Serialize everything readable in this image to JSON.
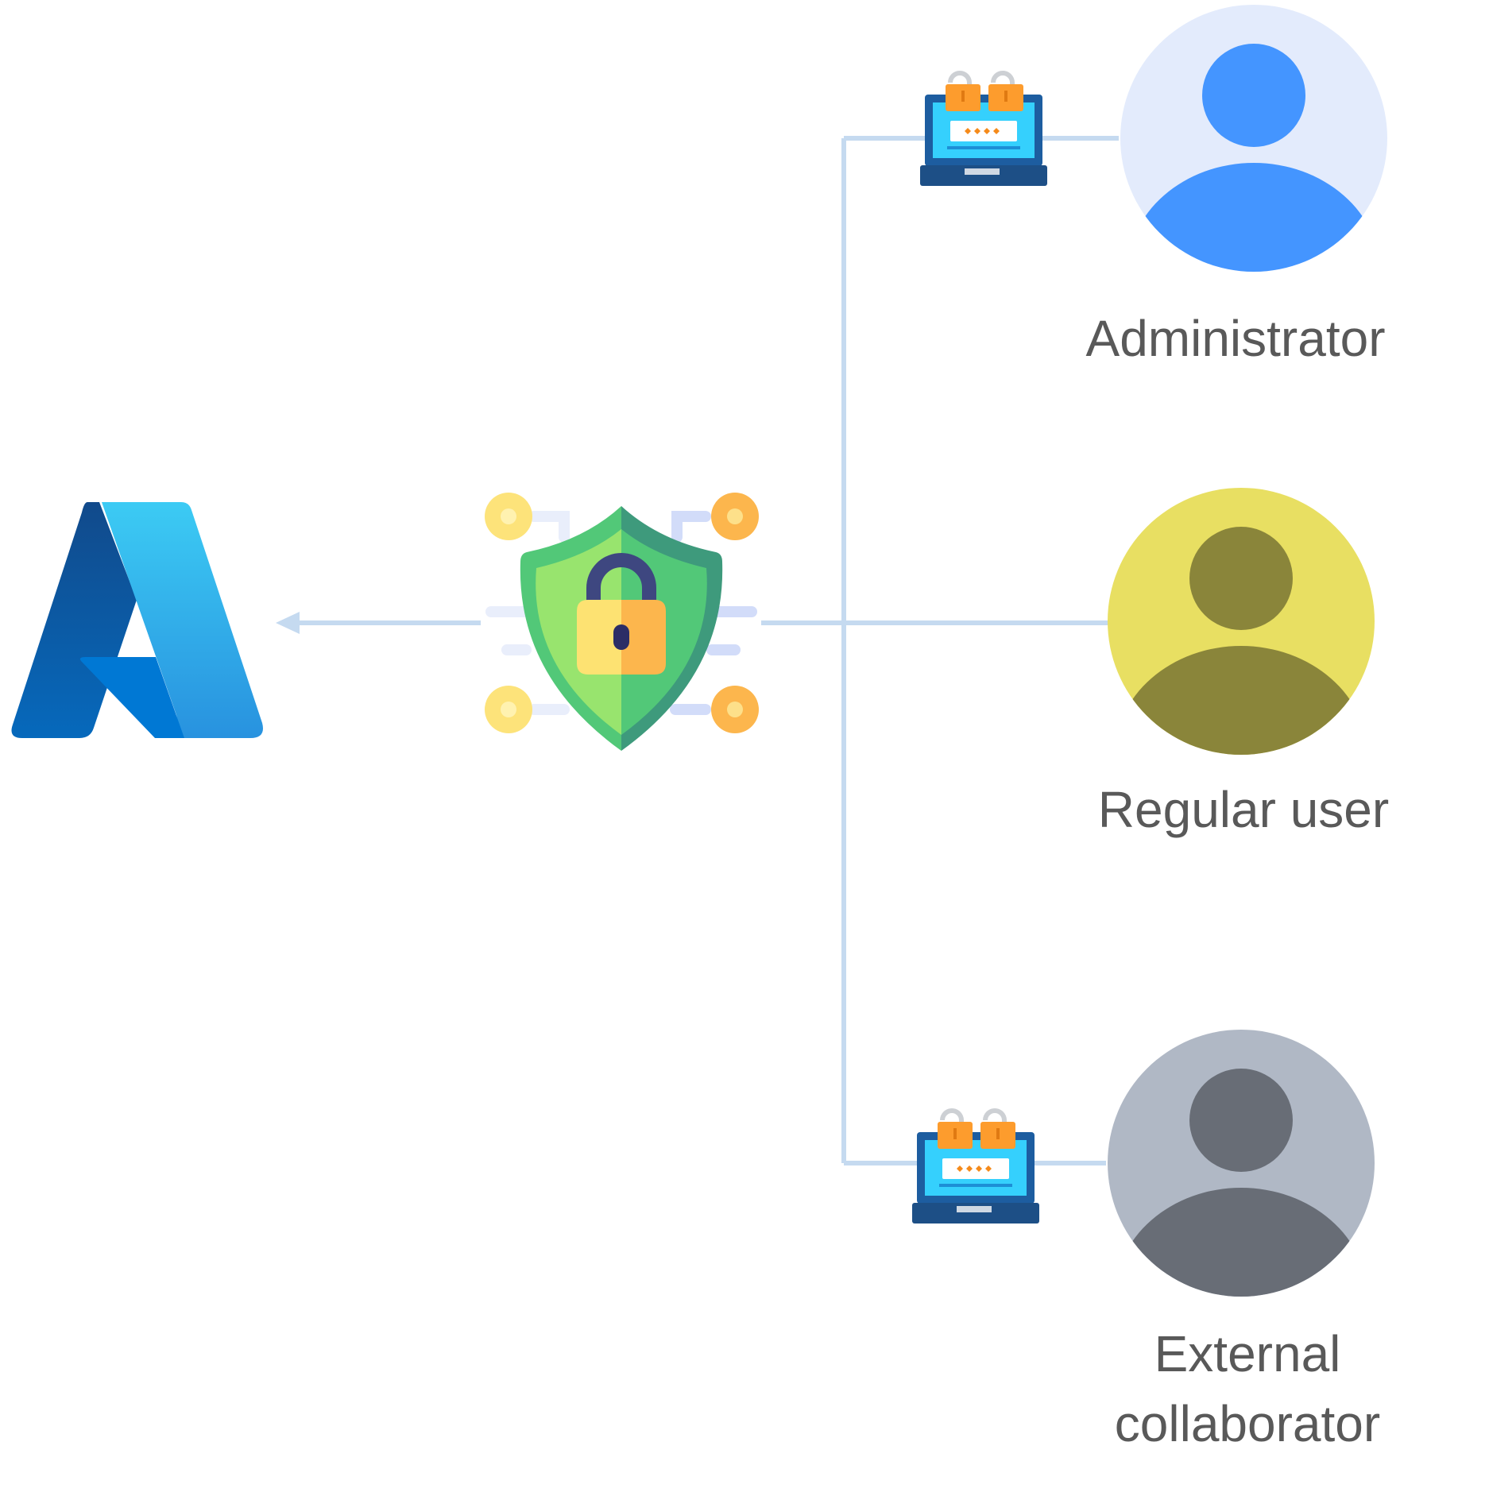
{
  "nodes": {
    "cloud_logo": {
      "icon": "azure-logo"
    },
    "security": {
      "icon": "shield-lock-icon"
    },
    "admin": {
      "label": "Administrator",
      "icon": "user-icon",
      "bg": "#e3ebfc",
      "fg": "#4495ff"
    },
    "regular": {
      "label": "Regular user",
      "icon": "user-icon",
      "bg": "#e8df62",
      "fg": "#8a853a"
    },
    "external": {
      "label_line1": "External",
      "label_line2": "collaborator",
      "icon": "user-icon",
      "bg": "#b0b8c5",
      "fg": "#686d76"
    },
    "admin_mfa": {
      "icon": "laptop-password-icon"
    },
    "external_mfa": {
      "icon": "laptop-password-icon"
    }
  },
  "colors": {
    "connector": "#c5daf0"
  }
}
